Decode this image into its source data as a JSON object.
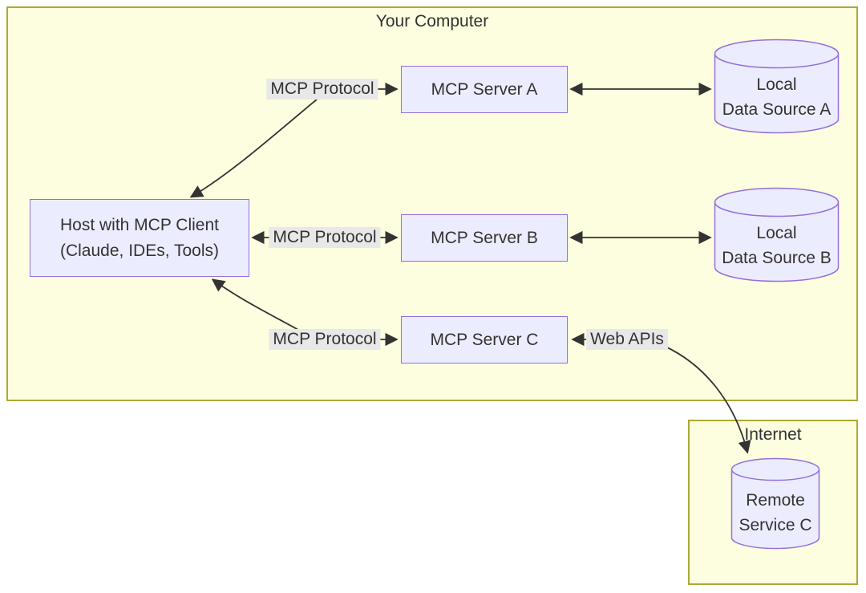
{
  "diagram": {
    "clusters": {
      "your_computer": {
        "label": "Your Computer"
      },
      "internet": {
        "label": "Internet"
      }
    },
    "nodes": {
      "host": {
        "line1": "Host with MCP Client",
        "line2": "(Claude, IDEs, Tools)"
      },
      "server_a": {
        "label": "MCP Server A"
      },
      "server_b": {
        "label": "MCP Server B"
      },
      "server_c": {
        "label": "MCP Server C"
      },
      "data_source_a": {
        "line1": "Local",
        "line2": "Data Source A"
      },
      "data_source_b": {
        "line1": "Local",
        "line2": "Data Source B"
      },
      "remote_service_c": {
        "line1": "Remote",
        "line2": "Service C"
      }
    },
    "edge_labels": {
      "mcp_protocol_a": "MCP Protocol",
      "mcp_protocol_b": "MCP Protocol",
      "mcp_protocol_c": "MCP Protocol",
      "web_apis": "Web APIs"
    },
    "colors": {
      "cluster_fill": "#fdfddf",
      "cluster_border": "#aaaa33",
      "node_fill": "#ececff",
      "node_border": "#9370db",
      "edge_label_bg": "#e8e8e8",
      "arrow_color": "#333333",
      "text_color": "#333333",
      "page_bg": "#ffffff"
    }
  }
}
